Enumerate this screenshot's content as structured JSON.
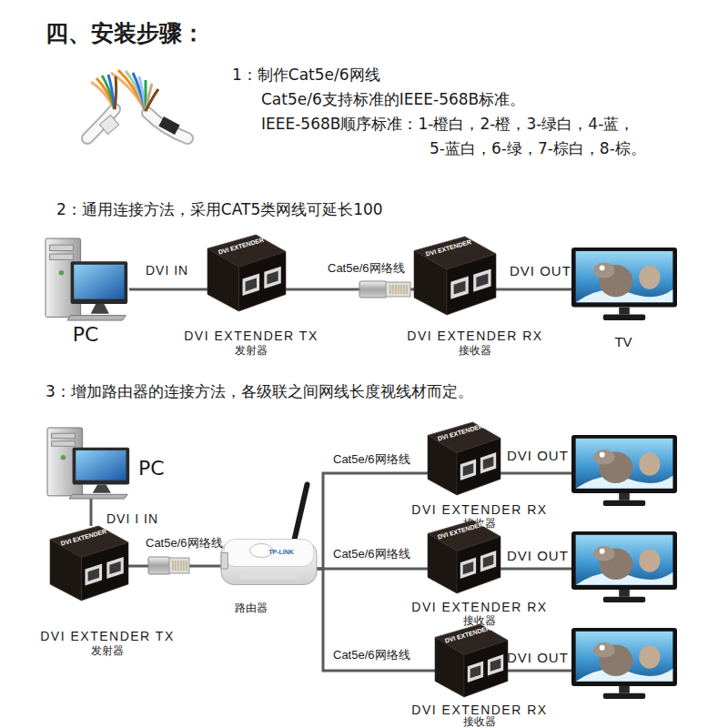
{
  "diagram": {
    "title": "四、安装步骤：",
    "nodes": [
      {
        "text": [
          "PC"
        ]
      },
      {
        "text": [
          "DVI EXTENDER",
          "DVI EXTENDER TX",
          "发射器"
        ]
      },
      {
        "text": [
          "DVI EXTENDER",
          "DVI EXTENDER RX",
          "接收器"
        ]
      },
      {
        "text": [
          "TV"
        ]
      },
      {
        "text": [
          "PC"
        ]
      },
      {
        "text": [
          "DVI EXTENDER",
          "DVI EXTENDER TX",
          "发射器"
        ]
      },
      {
        "text": [
          "TP-LINK",
          "路由器"
        ]
      },
      {
        "text": [
          "DVI EXTENDER",
          "DVI EXTENDER RX",
          "接收器"
        ]
      },
      {
        "text": [
          "DVI EXTENDER",
          "DVI EXTENDER RX",
          "接收器"
        ]
      },
      {
        "text": [
          "DVI EXTENDER",
          "DVI EXTENDER RX",
          "接收器"
        ]
      }
    ],
    "edges": [
      {
        "from": 0,
        "to": 1,
        "arrow": "none",
        "label": "DVI IN"
      },
      {
        "from": 1,
        "to": 2,
        "arrow": "none",
        "label": "Cat5e/6网络线"
      },
      {
        "from": 2,
        "to": 3,
        "arrow": "none",
        "label": "DVI OUT"
      },
      {
        "from": 4,
        "to": 5,
        "arrow": "none",
        "label": "DVI I IN"
      },
      {
        "from": 5,
        "to": 6,
        "arrow": "none",
        "label": "Cat5e/6网络线"
      },
      {
        "from": 6,
        "to": 7,
        "arrow": "none",
        "label": "Cat5e/6网络线"
      },
      {
        "from": 6,
        "to": 8,
        "arrow": "none",
        "label": "Cat5e/6网络线"
      },
      {
        "from": 6,
        "to": 9,
        "arrow": "none",
        "label": "Cat5e/6网络线"
      }
    ],
    "labels": [
      "1：制作Cat5e/6网线",
      "Cat5e/6支持标准的IEEE-568B标准。",
      "IEEE-568B顺序标准：1-橙白，2-橙，3-绿白，4-蓝，",
      "5-蓝白，6-绿，7-棕白，8-棕。",
      "2：通用连接方法，采用CAT5类网线可延长100",
      "3：增加路由器的连接方法，各级联之间网线长度视线材而定。",
      "DVI OUT",
      "DVI OUT",
      "DVI OUT"
    ]
  }
}
